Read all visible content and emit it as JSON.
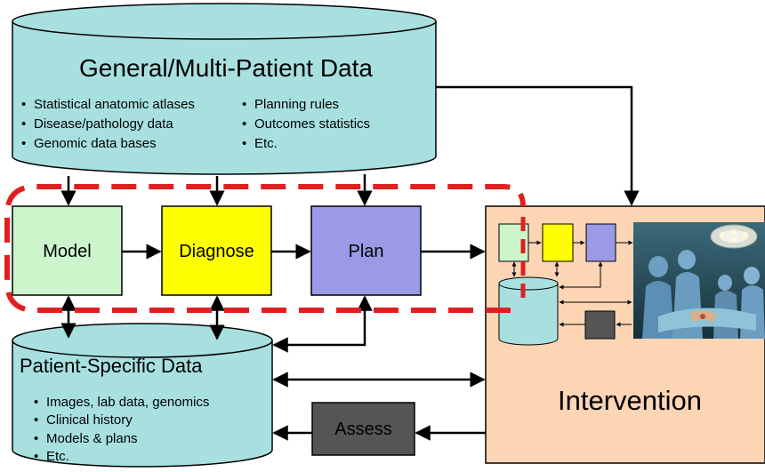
{
  "general_db": {
    "title": "General/Multi-Patient Data",
    "col1": [
      "Statistical anatomic atlases",
      "Disease/pathology data",
      "Genomic data bases"
    ],
    "col2": [
      "Planning rules",
      "Outcomes statistics",
      "Etc."
    ]
  },
  "boxes": {
    "model": "Model",
    "diagnose": "Diagnose",
    "plan": "Plan",
    "assess": "Assess",
    "intervention": "Intervention"
  },
  "patient_db": {
    "title": "Patient-Specific Data",
    "items": [
      "Images, lab data, genomics",
      "Clinical history",
      "Models & plans",
      "Etc."
    ]
  },
  "colors": {
    "db_fill": "#a8e0e0",
    "model_fill": "#ccf5cc",
    "diagnose_fill": "#ffff00",
    "plan_fill": "#9a9ae6",
    "assess_fill": "#555555",
    "intervention_fill": "#fcd5b4",
    "dash_red": "#e02020"
  },
  "icons": {
    "photo": "surgery-photo"
  }
}
